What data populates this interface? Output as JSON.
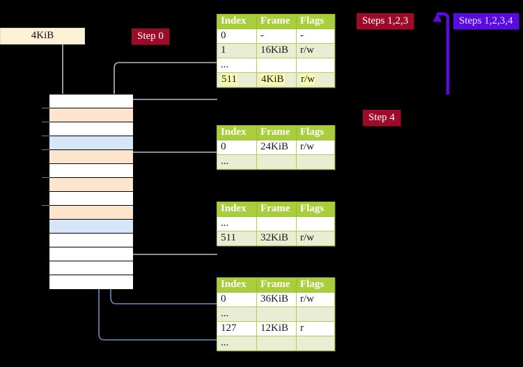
{
  "labels": {
    "size_box": "4KiB",
    "step0": "Step 0",
    "step4": "Step 4",
    "steps123": "Steps 1,2,3",
    "steps1234": "Steps 1,2,3,4"
  },
  "colors": {
    "header_green": "#a9ce3c",
    "alt_row": "#e7eed4",
    "highlight_yellow": "#fbfbb0",
    "badge_red": "#9e0b28",
    "badge_blue": "#5a0ce0",
    "mem_orange": "#fde4cd",
    "mem_blue": "#d7e5f8",
    "link_gray": "#9a9a9a",
    "link_blue": "#6f8fc0",
    "size_box_bg": "#fdf1d6"
  },
  "table_headers": [
    "Index",
    "Frame",
    "Flags"
  ],
  "tables": [
    {
      "name": "pml4-table",
      "rows": [
        {
          "index": "0",
          "frame": "-",
          "flags": "-",
          "style": "plain",
          "highlight": false
        },
        {
          "index": "1",
          "frame": "16KiB",
          "flags": "r/w",
          "style": "alt",
          "highlight": false
        },
        {
          "index": "...",
          "frame": "",
          "flags": "",
          "style": "plain",
          "highlight": false
        },
        {
          "index": "511",
          "frame": "4KiB",
          "flags": "r/w",
          "style": "alt",
          "highlight": true
        }
      ]
    },
    {
      "name": "pdp-table",
      "rows": [
        {
          "index": "0",
          "frame": "24KiB",
          "flags": "r/w",
          "style": "plain",
          "highlight": false
        },
        {
          "index": "...",
          "frame": "",
          "flags": "",
          "style": "alt",
          "highlight": false
        }
      ]
    },
    {
      "name": "pd-table",
      "rows": [
        {
          "index": "...",
          "frame": "",
          "flags": "",
          "style": "plain",
          "highlight": false
        },
        {
          "index": "511",
          "frame": "32KiB",
          "flags": "r/w",
          "style": "alt",
          "highlight": false
        }
      ]
    },
    {
      "name": "pt-table",
      "rows": [
        {
          "index": "0",
          "frame": "36KiB",
          "flags": "r/w",
          "style": "plain",
          "highlight": false
        },
        {
          "index": "...",
          "frame": "",
          "flags": "",
          "style": "alt",
          "highlight": false
        },
        {
          "index": "127",
          "frame": "12KiB",
          "flags": "r",
          "style": "plain",
          "highlight": false
        },
        {
          "index": "...",
          "frame": "",
          "flags": "",
          "style": "alt",
          "highlight": false
        }
      ]
    }
  ],
  "memory_column": {
    "rows": [
      {
        "fill": "white"
      },
      {
        "fill": "orange"
      },
      {
        "fill": "white"
      },
      {
        "fill": "blue"
      },
      {
        "fill": "orange"
      },
      {
        "fill": "white"
      },
      {
        "fill": "orange"
      },
      {
        "fill": "white"
      },
      {
        "fill": "orange"
      },
      {
        "fill": "blue"
      },
      {
        "fill": "white"
      },
      {
        "fill": "white"
      },
      {
        "fill": "white"
      },
      {
        "fill": "white"
      }
    ]
  }
}
